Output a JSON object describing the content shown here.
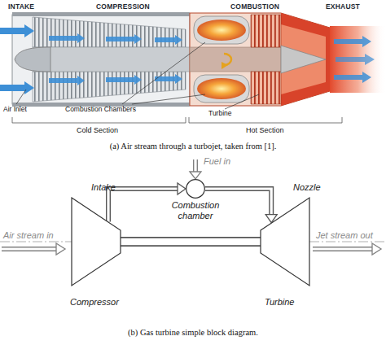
{
  "diagram": {
    "nodes": [
      {
        "text": [
          "Intake",
          "Compressor"
        ]
      },
      {
        "text": [
          "Combustion chamber"
        ]
      },
      {
        "text": [
          "Nozzle",
          "Turbine"
        ]
      }
    ],
    "edges": [
      {
        "from": 0,
        "to": 1,
        "arrow": "to"
      },
      {
        "from": 1,
        "to": 2,
        "arrow": "to"
      },
      {
        "from": 0,
        "to": 2,
        "arrow": "none"
      }
    ],
    "labels": [
      "INTAKE",
      "COMPRESSION",
      "COMBUSTION",
      "EXHAUST",
      "Air Inlet",
      "Combustion Chambers",
      "Turbine",
      "Cold Section",
      "Hot Section",
      "(a) Air stream through a turbojet, taken from [1].",
      "Fuel in",
      "Air stream in",
      "Jet stream out",
      "(b) Gas turbine simple block diagram."
    ]
  }
}
